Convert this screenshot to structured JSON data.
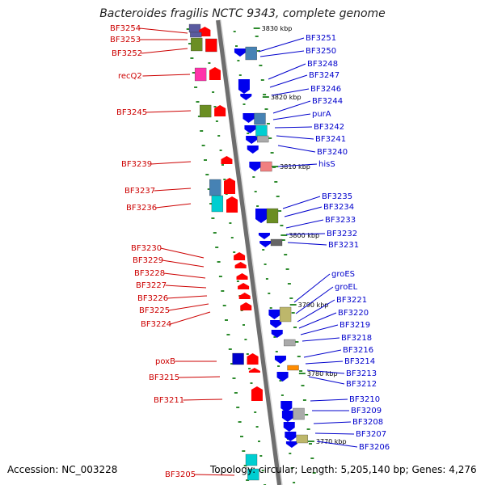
{
  "title": "Bacteroides fragilis NCTC 9343, complete genome",
  "accession": "Accession: NC_003228",
  "topology": "Topology: circular; Length: 5,205,140 bp; Genes: 4,276",
  "colors": {
    "backbone": "#808080",
    "tick": "#2e8b2e",
    "left_label": "#cc0000",
    "right_label": "#0000cc",
    "red_gene": "#ff0000",
    "blue_gene": "#0000ee"
  },
  "kbp_marks": [
    "3830 kbp",
    "3820 kbp",
    "3810 kbp",
    "3800 kbp",
    "3790 kbp",
    "3780 kbp",
    "3770 kbp"
  ],
  "left_labels": [
    "BF3254",
    "BF3253",
    "BF3252",
    "recQ2",
    "BF3245",
    "BF3239",
    "BF3237",
    "BF3236",
    "BF3230",
    "BF3229",
    "BF3228",
    "BF3227",
    "BF3226",
    "BF3225",
    "BF3224",
    "poxB",
    "BF3215",
    "BF3211",
    "BF3205"
  ],
  "right_labels": [
    "BF3251",
    "BF3250",
    "BF3248",
    "BF3247",
    "BF3246",
    "BF3244",
    "purA",
    "BF3242",
    "BF3241",
    "BF3240",
    "hisS",
    "BF3235",
    "BF3234",
    "BF3233",
    "BF3232",
    "BF3231",
    "groES",
    "groEL",
    "BF3221",
    "BF3220",
    "BF3219",
    "BF3218",
    "BF3216",
    "BF3214",
    "BF3213",
    "BF3212",
    "BF3210",
    "BF3209",
    "BF3208",
    "BF3207",
    "BF3206"
  ]
}
